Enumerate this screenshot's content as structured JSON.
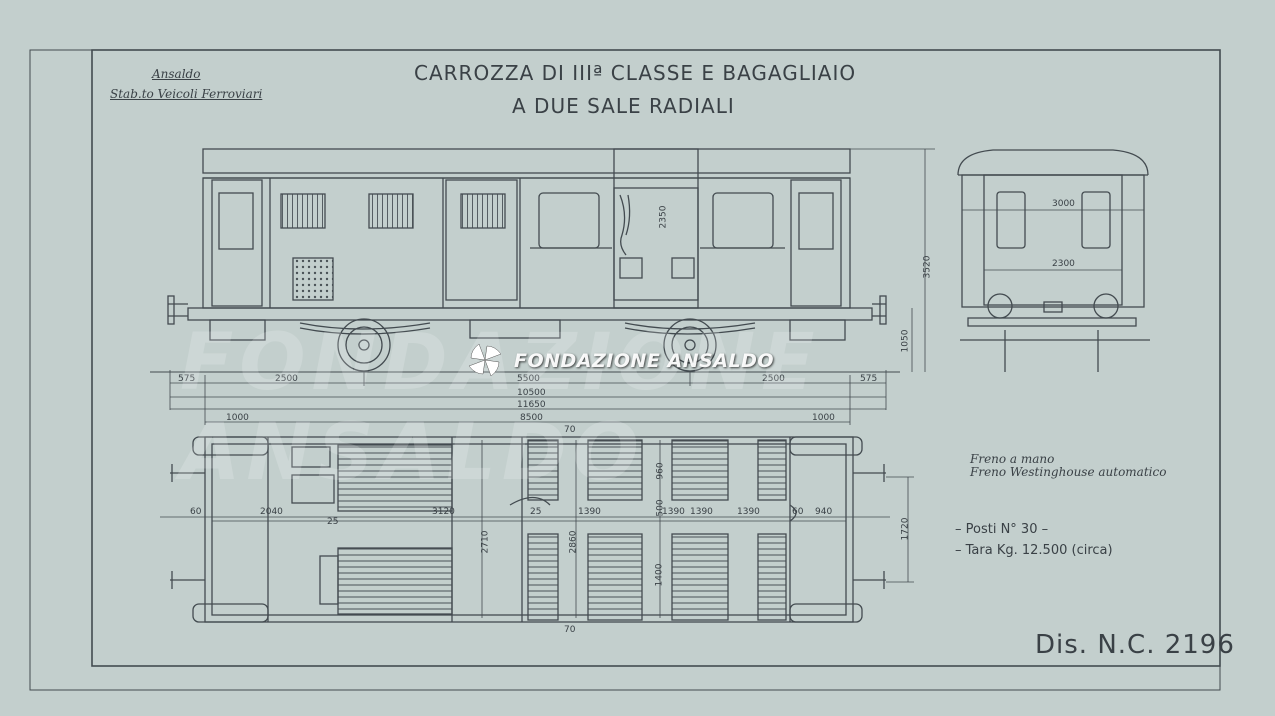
{
  "title": {
    "line1": "CARROZZA DI IIIª CLASSE E BAGAGLIAIO",
    "line2": "A DUE SALE RADIALI"
  },
  "maker": {
    "name": "Ansaldo",
    "division": "Stab.to Veicoli Ferroviari"
  },
  "side_view_dims": {
    "left_overhang": "575",
    "left_half": "2500",
    "wheelbase": "5500",
    "right_half": "2500",
    "right_overhang": "575",
    "body_length": "10500",
    "overall_length": "11650",
    "frame_length": "8500",
    "left_end": "1000",
    "right_end": "1000",
    "door_height": "2350",
    "total_height": "3520",
    "floor_height": "1050"
  },
  "end_view_dims": {
    "roof_width": "3000",
    "body_width": "2300"
  },
  "plan_view_dims": {
    "left_buffer": "60",
    "baggage_len": "2040",
    "wall": "25",
    "compartment_a": "3120",
    "seat_gap": "25",
    "bay1": "1390",
    "bay2": "1390",
    "bay3": "1390",
    "bay4": "1390",
    "right_gap": "60",
    "right_end": "940",
    "center_offset": "500",
    "width_inner": "2710",
    "aisle_top": "960",
    "seats_width": "2860",
    "aisle_bottom": "1400",
    "overall_width": "1720",
    "top_mark": "70",
    "bottom_mark": "70"
  },
  "notes": {
    "brake1": "Freno a mano",
    "brake2": "Freno Westinghouse automatico",
    "seats": "– Posti  N° 30  –",
    "tare": "– Tara  Kg.  12.500  (circa)"
  },
  "drawing_no": "Dis. N.C. 2196",
  "watermark": {
    "label": "FONDAZIONE ANSALDO",
    "ghost": "FONDAZIONE ANSALDO"
  }
}
